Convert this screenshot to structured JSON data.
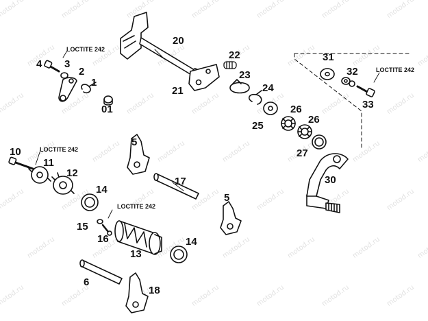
{
  "watermark": "motod.ru",
  "callout_note": "LOCTITE 242",
  "parts": {
    "p1": "1",
    "p2": "2",
    "p3": "3",
    "p4": "4",
    "p01": "01",
    "p5a": "5",
    "p5b": "5",
    "p6": "6",
    "p10": "10",
    "p11": "11",
    "p12": "12",
    "p13": "13",
    "p14a": "14",
    "p14b": "14",
    "p15": "15",
    "p16": "16",
    "p17": "17",
    "p18": "18",
    "p20": "20",
    "p21": "21",
    "p22": "22",
    "p23": "23",
    "p24": "24",
    "p25": "25",
    "p26a": "26",
    "p26b": "26",
    "p27": "27",
    "p30": "30",
    "p31": "31",
    "p32": "32",
    "p33": "33"
  }
}
